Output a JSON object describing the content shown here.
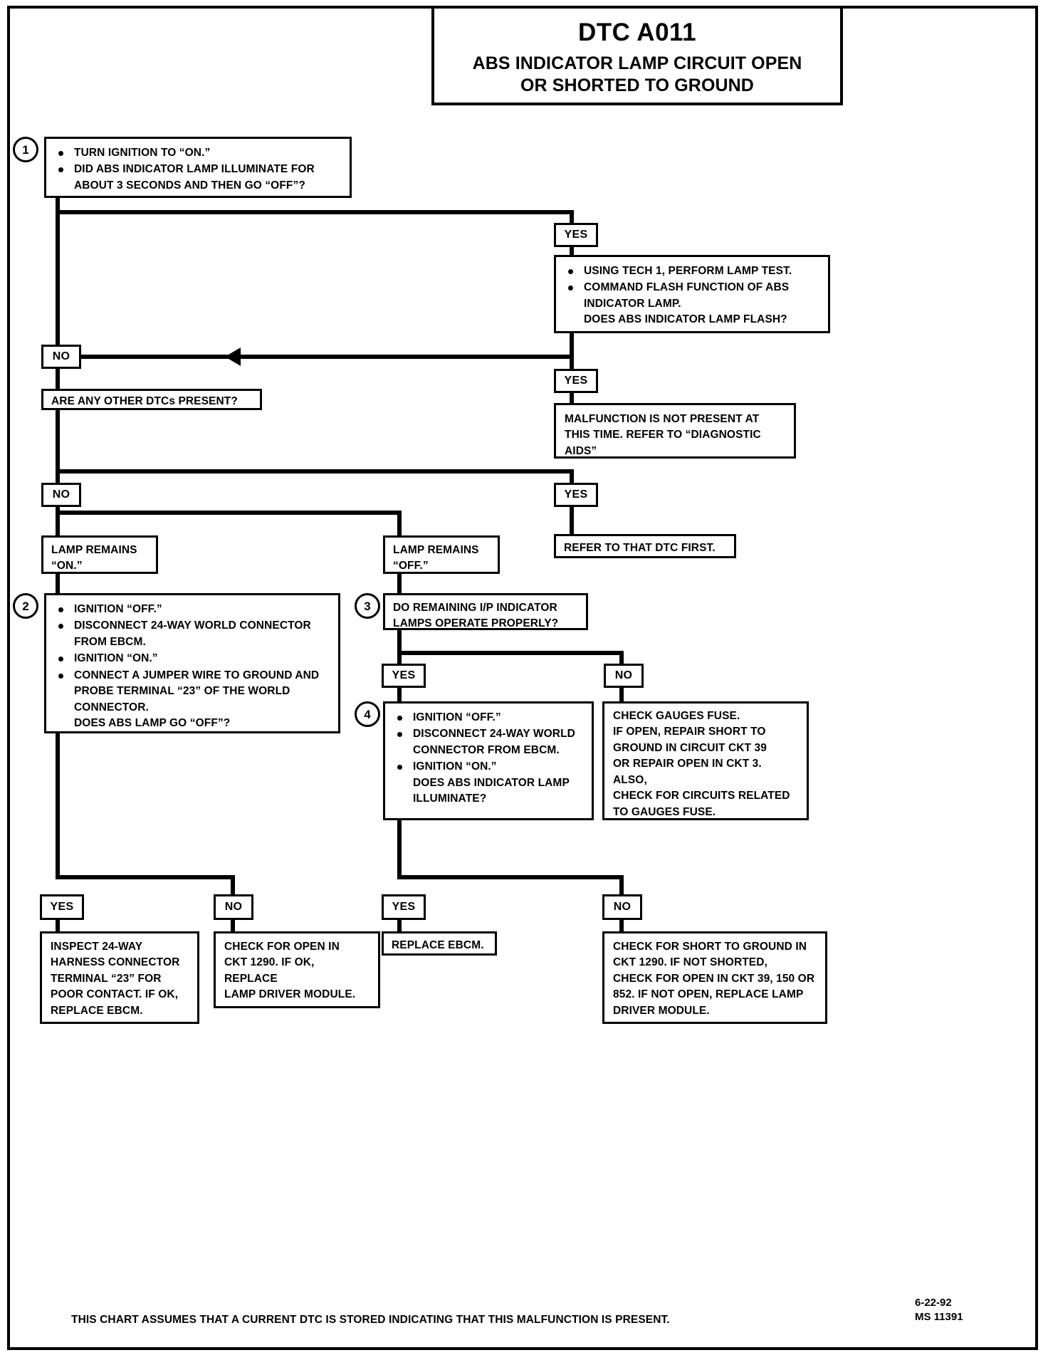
{
  "title": {
    "code": "DTC A011",
    "line1": "ABS INDICATOR LAMP CIRCUIT OPEN",
    "line2": "OR SHORTED TO GROUND"
  },
  "labels": {
    "yes": "YES",
    "no": "NO"
  },
  "steps": {
    "s1": "1",
    "s2": "2",
    "s3": "3",
    "s4": "4"
  },
  "boxes": {
    "step1": {
      "b1": "TURN IGNITION TO “ON.”",
      "b2": "DID ABS INDICATOR LAMP ILLUMINATE FOR",
      "b2b": "ABOUT 3 SECONDS AND THEN GO “OFF”?"
    },
    "lamp_test": {
      "b1": "USING TECH 1, PERFORM LAMP TEST.",
      "b2": "COMMAND FLASH FUNCTION OF ABS",
      "b2b": "INDICATOR LAMP.",
      "b3": "DOES ABS INDICATOR LAMP FLASH?"
    },
    "other_dtcs": "ARE ANY OTHER DTCs PRESENT?",
    "malfunction": {
      "l1": "MALFUNCTION IS NOT PRESENT AT",
      "l2": "THIS TIME.  REFER TO “DIAGNOSTIC",
      "l3": "AIDS”"
    },
    "refer_dtc": "REFER TO THAT DTC FIRST.",
    "lamp_on": {
      "l1": "LAMP REMAINS",
      "l2": "“ON.”"
    },
    "lamp_off": {
      "l1": "LAMP REMAINS",
      "l2": "“OFF.”"
    },
    "step2": {
      "b1": "IGNITION “OFF.”",
      "b2": "DISCONNECT 24-WAY WORLD CONNECTOR",
      "b2b": "FROM EBCM.",
      "b3": "IGNITION “ON.”",
      "b4": "CONNECT A JUMPER WIRE TO GROUND AND",
      "b4b": "PROBE TERMINAL “23” OF THE WORLD",
      "b4c": "CONNECTOR.",
      "b4d": "DOES ABS LAMP GO “OFF”?"
    },
    "step3": {
      "l1": "DO REMAINING I/P INDICATOR",
      "l2": "LAMPS OPERATE PROPERLY?"
    },
    "step4": {
      "b1": "IGNITION “OFF.”",
      "b2": "DISCONNECT 24-WAY WORLD",
      "b2b": "CONNECTOR FROM EBCM.",
      "b3": "IGNITION “ON.”",
      "b3b": "DOES ABS INDICATOR LAMP",
      "b3c": "ILLUMINATE?"
    },
    "gauges_fuse": {
      "l1": "CHECK GAUGES FUSE.",
      "l2": "IF OPEN, REPAIR SHORT TO",
      "l3": "GROUND IN CIRCUIT CKT 39",
      "l4": "OR REPAIR OPEN IN CKT 3.  ALSO,",
      "l5": "CHECK FOR CIRCUITS RELATED",
      "l6": "TO GAUGES FUSE."
    },
    "inspect_harness": {
      "l1": "INSPECT 24-WAY",
      "l2": "HARNESS CONNECTOR",
      "l3": "TERMINAL “23” FOR",
      "l4": "POOR CONTACT.  IF OK,",
      "l5": "REPLACE EBCM."
    },
    "check_open_1290": {
      "l1": "CHECK FOR OPEN IN",
      "l2": "CKT 1290. IF OK,",
      "l3": "REPLACE",
      "l4": "LAMP DRIVER MODULE."
    },
    "replace_ebcm": "REPLACE EBCM.",
    "check_short_1290": {
      "l1": "CHECK FOR SHORT TO GROUND IN",
      "l2": "CKT 1290.  IF NOT SHORTED,",
      "l3": "CHECK FOR OPEN IN CKT 39, 150 OR",
      "l4": "852.  IF NOT OPEN, REPLACE LAMP",
      "l5": "DRIVER MODULE."
    }
  },
  "footer": {
    "note": "THIS CHART ASSUMES THAT A CURRENT DTC IS STORED INDICATING THAT THIS MALFUNCTION IS PRESENT.",
    "date": "6-22-92",
    "docid": "MS 11391"
  }
}
